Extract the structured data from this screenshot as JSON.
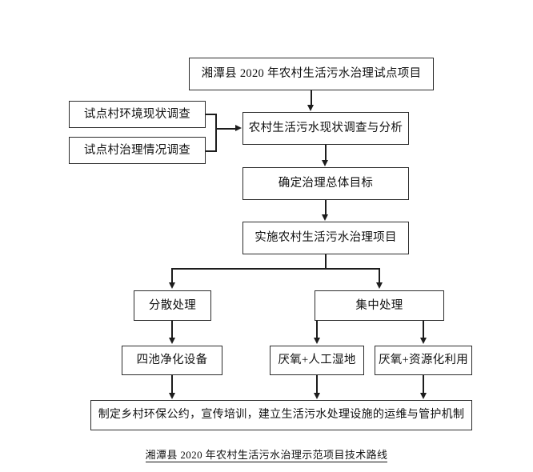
{
  "diagram": {
    "title_box": "湘潭县 2020 年农村生活污水治理试点项目",
    "left_inputs": [
      "试点村环境现状调查",
      "试点村治理情况调查"
    ],
    "main_flow": [
      "农村生活污水现状调查与分析",
      "确定治理总体目标",
      "实施农村生活污水治理项目"
    ],
    "branches": [
      "分散处理",
      "集中处理"
    ],
    "treatments": [
      "四池净化设备",
      "厌氧+人工湿地",
      "厌氧+资源化利用"
    ],
    "outcome": "制定乡村环保公约，宣传培训，建立生活污水处理设施的运维与管护机制",
    "caption": "湘潭县 2020 年农村生活污水治理示范项目技术路线",
    "colors": {
      "stroke": "#2b2b2b",
      "text": "#111111",
      "background": "#ffffff"
    }
  }
}
